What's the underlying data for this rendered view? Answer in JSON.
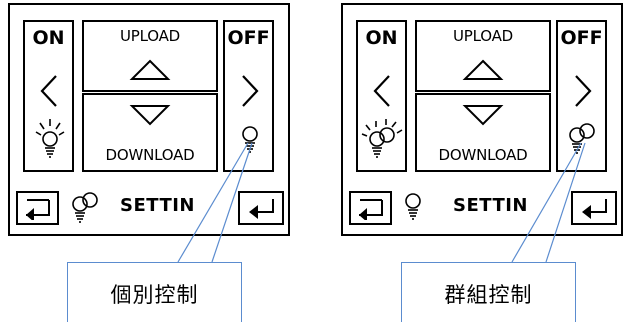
{
  "screens": [
    {
      "id": "lcd1",
      "on_label": "ON",
      "off_label": "OFF",
      "upload_label": "UPLOAD",
      "download_label": "DOWNLOAD",
      "setting_label": "SETTIN",
      "bottom_bulb": "double-bulb-icon",
      "off_bulb": "single-bulb-icon",
      "callout": "個別控制"
    },
    {
      "id": "lcd2",
      "on_label": "ON",
      "off_label": "OFF",
      "upload_label": "UPLOAD",
      "download_label": "DOWNLOAD",
      "setting_label": "SETTIN",
      "bottom_bulb": "single-bulb-icon",
      "off_bulb": "double-bulb-icon",
      "callout": "群組控制"
    }
  ],
  "colors": {
    "lcd_ink": "#000000",
    "callout_line": "#5b8ccf"
  }
}
